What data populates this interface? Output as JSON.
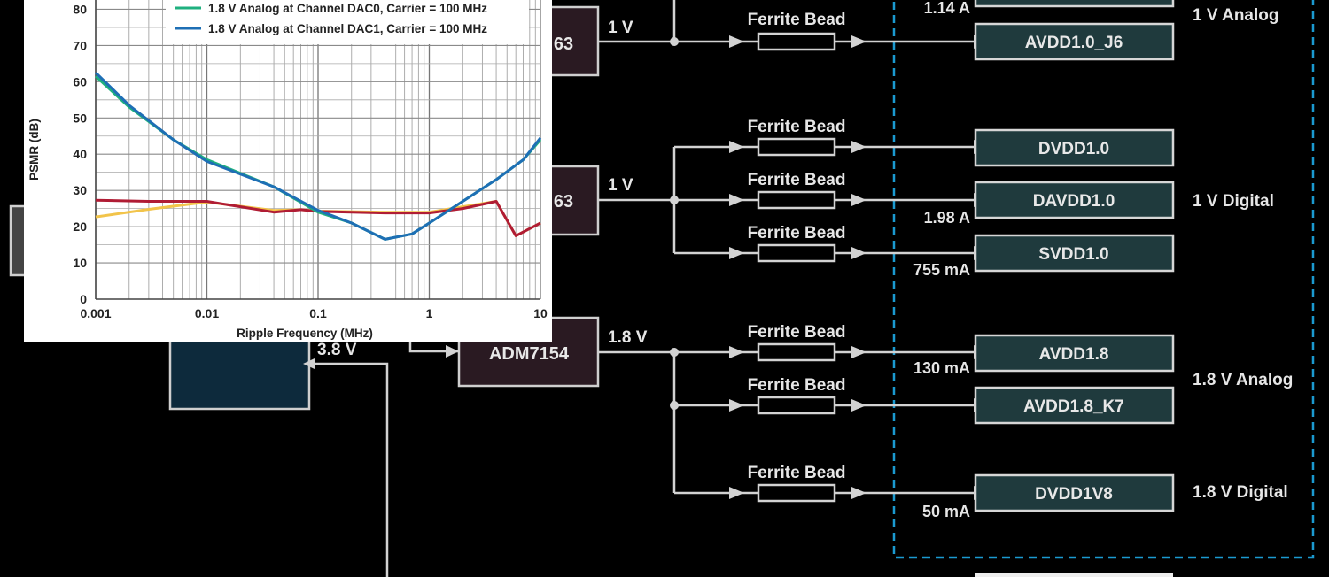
{
  "rails": {
    "avdd10_j6": "AVDD1.0_J6",
    "dvdd10": "DVDD1.0",
    "davdd10": "DAVDD1.0",
    "svdd10": "SVDD1.0",
    "avdd18": "AVDD1.8",
    "avdd18_k7": "AVDD1.8_K7",
    "dvdd1v8": "DVDD1V8"
  },
  "regulators": {
    "top_partial": "63",
    "mid_partial": "63",
    "adm7154": "ADM7154"
  },
  "bead_label": "Ferrite Bead",
  "voltages": {
    "v1_top": "1 V",
    "v1_mid": "1 V",
    "v18": "1.8 V",
    "v38": "3.8 V"
  },
  "currents": {
    "c114": "1.14 A",
    "c198": "1.98 A",
    "c755": "755 mA",
    "c130": "130 mA",
    "c50": "50 mA"
  },
  "groups": {
    "analog1v": "1 V Analog",
    "digital1v": "1 V Digital",
    "analog18v": "1.8 V Analog",
    "digital18v": "1.8 V Digital"
  },
  "colors": {
    "rail_fill": "#1f3a3d",
    "regulator_fill": "#2a1a22",
    "ldo_fill": "#0d2a3c",
    "dashed_border": "#1b9ad0",
    "dac0_series": "#1fb07f",
    "dac1_series": "#1e6fb5",
    "red_series": "#b01c34",
    "yellow_series": "#f2c44a"
  },
  "chart_data": {
    "type": "line",
    "xscale": "log",
    "xlabel": "Ripple Frequency (MHz)",
    "ylabel": "PSMR (dB)",
    "xlim": [
      0.001,
      10
    ],
    "ylim": [
      0,
      85
    ],
    "grid": true,
    "legend_position": "top-right",
    "x_ticks": [
      "0.001",
      "0.01",
      "0.1",
      "1",
      "10"
    ],
    "y_ticks": [
      "0",
      "10",
      "20",
      "30",
      "40",
      "50",
      "60",
      "70",
      "80"
    ],
    "series": [
      {
        "name": "1.8 V Analog at Channel DAC0, Carrier = 100 MHz",
        "color": "#1fb07f",
        "x": [
          0.001,
          0.002,
          0.005,
          0.01,
          0.04,
          0.1,
          0.2,
          0.4,
          0.7,
          1,
          2,
          4,
          7,
          10
        ],
        "y": [
          61.5,
          53,
          44,
          38.5,
          31,
          24,
          21,
          16.5,
          18,
          21,
          27,
          33,
          38.5,
          44
        ]
      },
      {
        "name": "1.8 V Analog at Channel DAC1, Carrier = 100 MHz",
        "x": [
          0.001,
          0.002,
          0.005,
          0.01,
          0.04,
          0.1,
          0.2,
          0.4,
          0.7,
          1,
          2,
          4,
          7,
          10
        ],
        "y": [
          62.5,
          53.5,
          44,
          38,
          31,
          24.5,
          21,
          16.5,
          18,
          21,
          27,
          33,
          38.5,
          44.5
        ]
      },
      {
        "x": [
          0.001,
          0.003,
          0.01,
          0.04,
          0.07,
          0.1,
          0.4,
          1,
          2,
          4,
          6,
          10
        ],
        "y": [
          27.3,
          27,
          27,
          24,
          24.7,
          24.2,
          23.8,
          23.8,
          25,
          27,
          17.5,
          21
        ]
      },
      {
        "x": [
          0.001,
          0.003,
          0.01,
          0.04,
          0.07,
          0.1,
          0.4,
          1,
          2,
          4,
          6,
          10
        ],
        "y": [
          22.7,
          24.8,
          26.8,
          24.5,
          24.7,
          24.3,
          24,
          24,
          25.5,
          27,
          17.5,
          21
        ]
      }
    ]
  }
}
